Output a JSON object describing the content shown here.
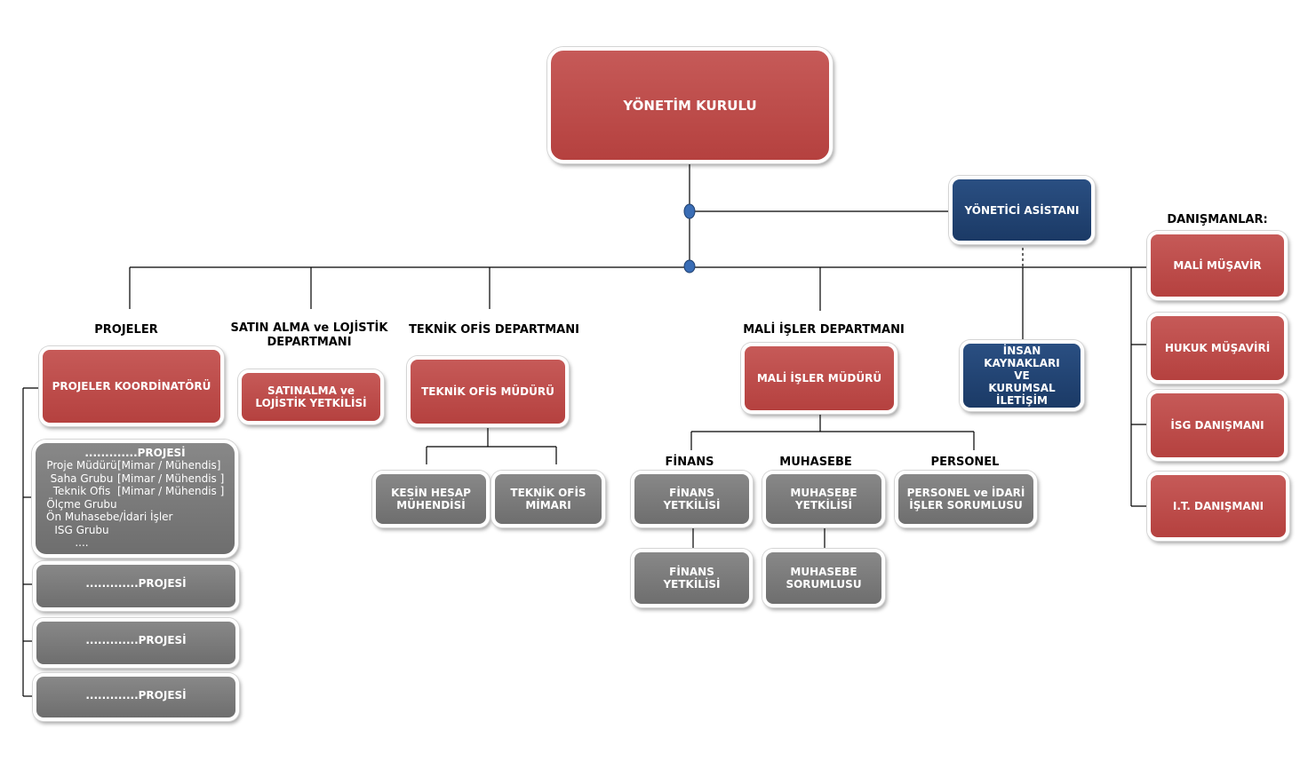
{
  "board": "YÖNETİM KURULU",
  "assistant": "YÖNETİCİ  ASİSTANI",
  "hr": "İNSAN KAYNAKLARI\nVE\nKURUMSAL İLETİŞİM",
  "headings": {
    "projects": "PROJELER",
    "procurement": "SATIN ALMA ve LOJİSTİK\nDEPARTMANI",
    "technical": "TEKNİK OFİS DEPARTMANI",
    "finance_dept": "MALİ İŞLER DEPARTMANI",
    "consultants": "DANIŞMANLAR:",
    "finans": "FİNANS",
    "muhasebe": "MUHASEBE",
    "personel": "PERSONEL"
  },
  "projects": {
    "coordinator": "PROJELER KOORDİNATÖRÜ",
    "card": {
      "title": ".............PROJESİ",
      "rows": [
        {
          "label": "Proje Müdürü",
          "note": "[Mimar  / Mühendis]"
        },
        {
          "label": "Saha Grubu",
          "note": "[Mimar  / Mühendis ]"
        },
        {
          "label": "Teknik Ofis",
          "note": "[Mimar  / Mühendis ]"
        },
        {
          "label": "Ölçme Grubu",
          "note": ""
        },
        {
          "label": "Ön Muhasebe/İdari  İşler",
          "note": ""
        },
        {
          "label": "ISG Grubu",
          "note": ""
        },
        {
          "label": "....",
          "note": ""
        }
      ]
    },
    "others": [
      ".............PROJESİ",
      ".............PROJESİ",
      ".............PROJESİ"
    ]
  },
  "procurement": {
    "officer": "SATINALMA ve\nLOJİSTİK  YETKİLİSİ"
  },
  "technical": {
    "manager": "TEKNİK  OFİS  MÜDÜRÜ",
    "final_account": "KESİN  HESAP\nMÜHENDİSİ",
    "architect": "TEKNİK  OFİS\nMİMARI"
  },
  "finance": {
    "manager": "MALİ İŞLER MÜDÜRÜ",
    "finans_officer": "FİNANS\nYETKİLİSİ",
    "finans_officer_2": "FİNANS\nYETKİLİSİ",
    "accounting_officer": "MUHASEBE\nYETKİLİSİ",
    "accounting_responsible": "MUHASEBE\nSORUMLUSU",
    "personnel": "PERSONEL ve İDARİ\nİŞLER SORUMLUSU"
  },
  "consultants": [
    "MALİ  MÜŞAVİR",
    "HUKUK  MÜŞAVİRİ",
    "İSG  DANIŞMANI",
    "I.T.  DANIŞMANI"
  ],
  "colors": {
    "red": "#b84846",
    "blue": "#1f3f6e",
    "gray": "#7a7a7a",
    "connector": "#3a6db5"
  }
}
